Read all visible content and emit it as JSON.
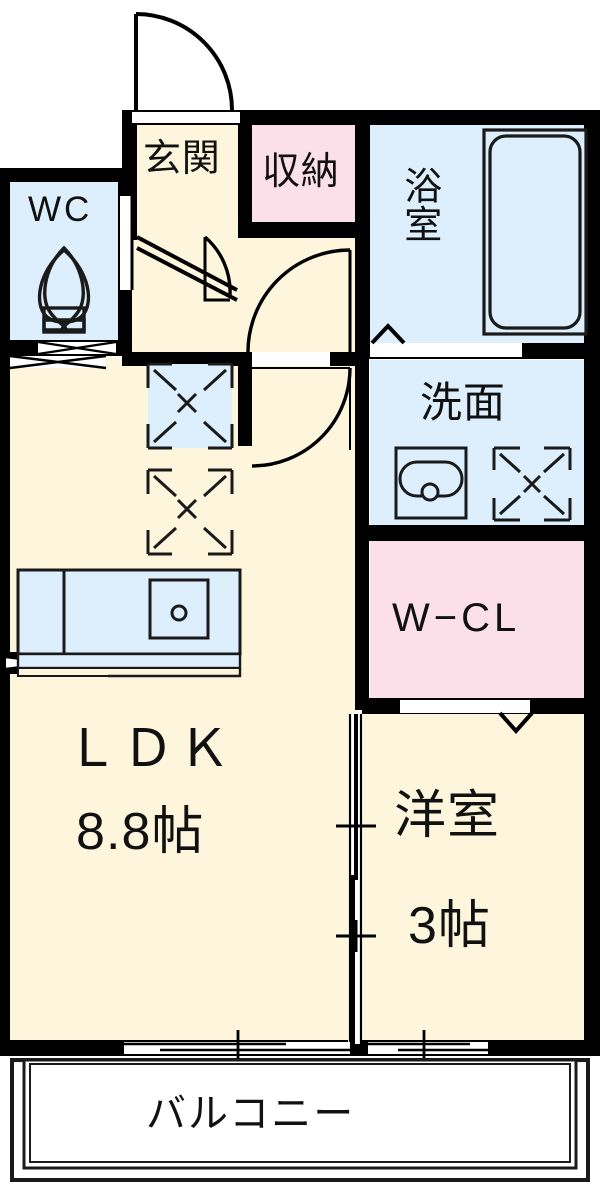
{
  "plan": {
    "type": "japanese-apartment-floorplan",
    "unit_layout": "1LDK",
    "colors": {
      "wall": "#000000",
      "floor_tatami": "#fdf5dc",
      "water_area": "#ddeffc",
      "closet_pink": "#fbe0e9",
      "outline": "#1a1a1a",
      "background": "#ffffff",
      "balcony": "#ffffff"
    },
    "rooms": [
      {
        "id": "genkan",
        "label": "玄関",
        "name_en": "entrance",
        "fill": "#fdf5dc"
      },
      {
        "id": "shuno",
        "label": "収納",
        "name_en": "storage-closet",
        "fill": "#fbe0e9"
      },
      {
        "id": "wc",
        "label": "WC",
        "name_en": "toilet",
        "fill": "#ddeffc"
      },
      {
        "id": "yokushitsu",
        "label": "浴室",
        "name_en": "bathroom",
        "fill": "#ddeffc"
      },
      {
        "id": "senmen",
        "label": "洗面",
        "name_en": "washroom-vanity",
        "fill": "#ddeffc"
      },
      {
        "id": "wcl",
        "label": "W−CL",
        "name_en": "walk-in-closet",
        "fill": "#fbe0e9"
      },
      {
        "id": "ldk",
        "label": "ＬＤＫ",
        "name_en": "living-dining-kitchen",
        "fill": "#fdf5dc"
      },
      {
        "id": "yoshitsu",
        "label": "洋室",
        "name_en": "western-room",
        "fill": "#fdf5dc"
      },
      {
        "id": "balcony",
        "label": "バルコニー",
        "name_en": "balcony",
        "fill": "#ffffff"
      }
    ],
    "area_labels": {
      "ldk_size": "8.8帖",
      "yoshitsu_size": "3帖"
    },
    "fixtures": [
      {
        "name": "toilet-symbol",
        "room": "wc"
      },
      {
        "name": "bathtub-symbol",
        "room": "yokushitsu"
      },
      {
        "name": "vanity-sink-symbol",
        "room": "senmen"
      },
      {
        "name": "washing-machine-space",
        "room": "senmen"
      },
      {
        "name": "kitchen-counter-sink",
        "room": "ldk"
      },
      {
        "name": "refrigerator-space",
        "room": "ldk"
      },
      {
        "name": "appliance-space",
        "room": "ldk"
      }
    ],
    "openings": [
      {
        "name": "entrance-door-swing",
        "type": "hinged"
      },
      {
        "name": "hall-door-swing",
        "type": "hinged"
      },
      {
        "name": "ldk-door-swing",
        "type": "hinged"
      },
      {
        "name": "wc-door-swing",
        "type": "hinged"
      },
      {
        "name": "bath-folding-door",
        "type": "folding"
      },
      {
        "name": "wcl-folding-door",
        "type": "folding"
      },
      {
        "name": "ldk-bedroom-partition",
        "type": "sliding"
      },
      {
        "name": "balcony-sliding-door",
        "type": "sliding"
      },
      {
        "name": "wc-window",
        "type": "window"
      },
      {
        "name": "ldk-window-upper",
        "type": "window"
      },
      {
        "name": "ldk-window-lower",
        "type": "window"
      }
    ]
  }
}
